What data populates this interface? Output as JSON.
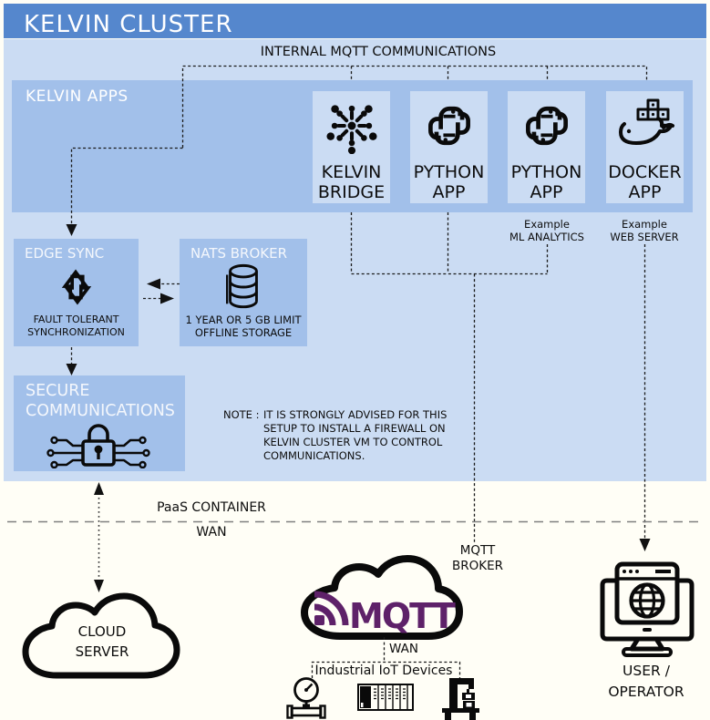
{
  "header": {
    "title": "KELVIN CLUSTER"
  },
  "labels": {
    "internal_comm": "INTERNAL MQTT COMMUNICATIONS",
    "paas_container": "PaaS CONTAINER",
    "wan_upper": "WAN",
    "wan_lower": "WAN",
    "iot_devices": "Industrial IoT Devices"
  },
  "apps_section": {
    "title": "KELVIN APPS",
    "apps": [
      {
        "line1": "KELVIN",
        "line2": "BRIDGE",
        "icon": "kelvin-bridge-icon"
      },
      {
        "line1": "PYTHON",
        "line2": "APP",
        "icon": "python-icon"
      },
      {
        "line1": "PYTHON",
        "line2": "APP",
        "icon": "python-icon"
      },
      {
        "line1": "DOCKER",
        "line2": "APP",
        "icon": "docker-icon"
      }
    ],
    "examples": [
      {
        "line1": "Example",
        "line2": "ML ANALYTICS"
      },
      {
        "line1": "Example",
        "line2": "WEB SERVER"
      }
    ]
  },
  "edge_sync": {
    "title": "EDGE SYNC",
    "caption_line1": "FAULT TOLERANT",
    "caption_line2": "SYNCHRONIZATION"
  },
  "nats_broker": {
    "title": "NATS BROKER",
    "caption_line1": "1 YEAR OR 5 GB LIMIT",
    "caption_line2": "OFFLINE STORAGE"
  },
  "secure_comms": {
    "title_line1": "SECURE",
    "title_line2": "COMMUNICATIONS"
  },
  "note": {
    "prefix": "NOTE :",
    "lines": [
      "IT IS STRONGLY ADVISED FOR THIS",
      "SETUP TO INSTALL A FIREWALL ON",
      "KELVIN CLUSTER VM TO CONTROL",
      "COMMUNICATIONS."
    ]
  },
  "cloud_server": {
    "line1": "CLOUD",
    "line2": "SERVER"
  },
  "mqtt": {
    "logo_text": "MQTT",
    "broker_line1": "MQTT",
    "broker_line2": "BROKER"
  },
  "user": {
    "line1": "USER /",
    "line2": "OPERATOR"
  },
  "colors": {
    "header_blue": "#5587cd",
    "section_blue": "#a2c0ea",
    "light_blue": "#cbdcf3",
    "mqtt_purple": "#5e2169",
    "line_black": "#1b1b1b",
    "divider_gray": "#808080",
    "background": "#fffef6"
  }
}
